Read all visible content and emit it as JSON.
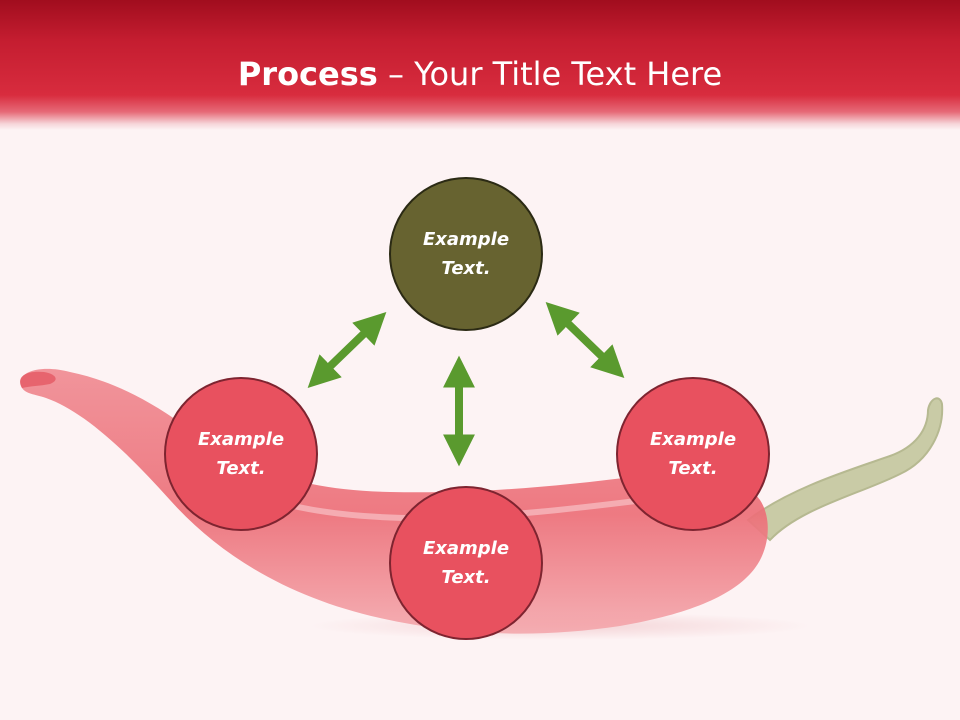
{
  "title": {
    "bold_part": "Process",
    "rest": " – Your Title Text Here"
  },
  "diagram": {
    "nodes": [
      {
        "id": "top",
        "label": "Example\nText.",
        "color": "#676330"
      },
      {
        "id": "left",
        "label": "Example\nText.",
        "color": "#e8515f"
      },
      {
        "id": "bottom",
        "label": "Example\nText.",
        "color": "#e8515f"
      },
      {
        "id": "right",
        "label": "Example\nText.",
        "color": "#e8515f"
      }
    ],
    "arrow_color": "#5a9a2e",
    "header_color": "#c41d30"
  }
}
